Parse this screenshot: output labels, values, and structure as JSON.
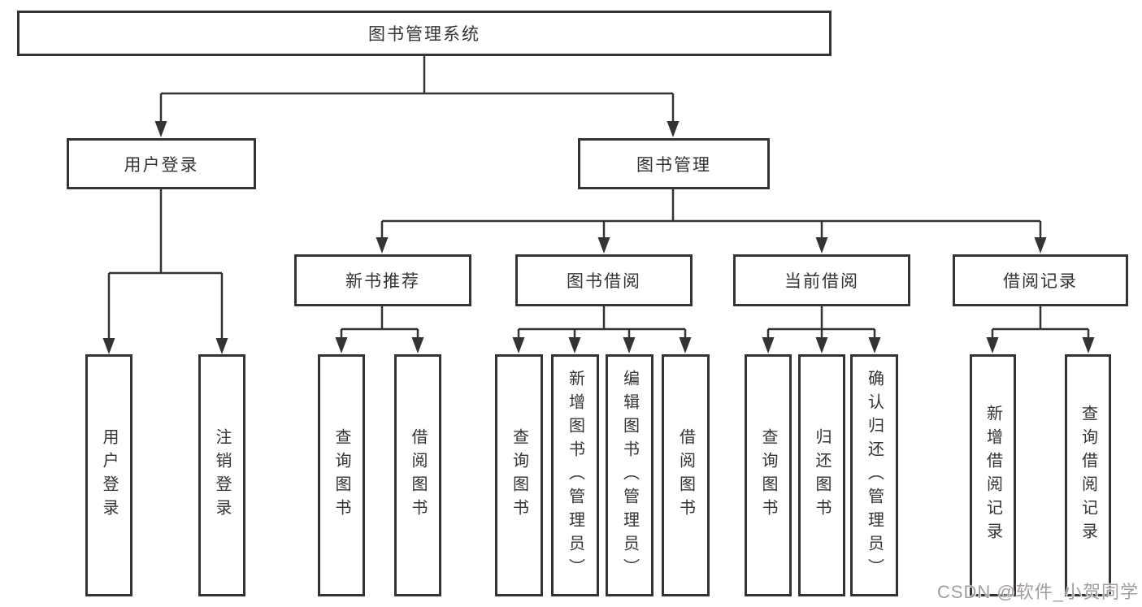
{
  "colors": {
    "line": "#333333",
    "box_border": "#333333",
    "text": "#333333",
    "background": "#ffffff",
    "watermark_text": "#9e9896"
  },
  "root": {
    "label": "图书管理系统"
  },
  "branches": {
    "user_login": {
      "label": "用户登录",
      "children": [
        {
          "label": "用户登录"
        },
        {
          "label": "注销登录"
        }
      ]
    },
    "book_mgmt": {
      "label": "图书管理",
      "children": [
        {
          "label": "新书推荐",
          "children": [
            {
              "label": "查询图书"
            },
            {
              "label": "借阅图书"
            }
          ]
        },
        {
          "label": "图书借阅",
          "children": [
            {
              "label": "查询图书"
            },
            {
              "label": "新增图书（管理员）"
            },
            {
              "label": "编辑图书（管理员）"
            },
            {
              "label": "借阅图书"
            }
          ]
        },
        {
          "label": "当前借阅",
          "children": [
            {
              "label": "查询图书"
            },
            {
              "label": "归还图书"
            },
            {
              "label": "确认归还（管理员）"
            }
          ]
        },
        {
          "label": "借阅记录",
          "children": [
            {
              "label": "新增借阅记录"
            },
            {
              "label": "查询借阅记录"
            }
          ]
        }
      ]
    }
  },
  "watermark": {
    "text": "CSDN @软件_小贺同学"
  }
}
